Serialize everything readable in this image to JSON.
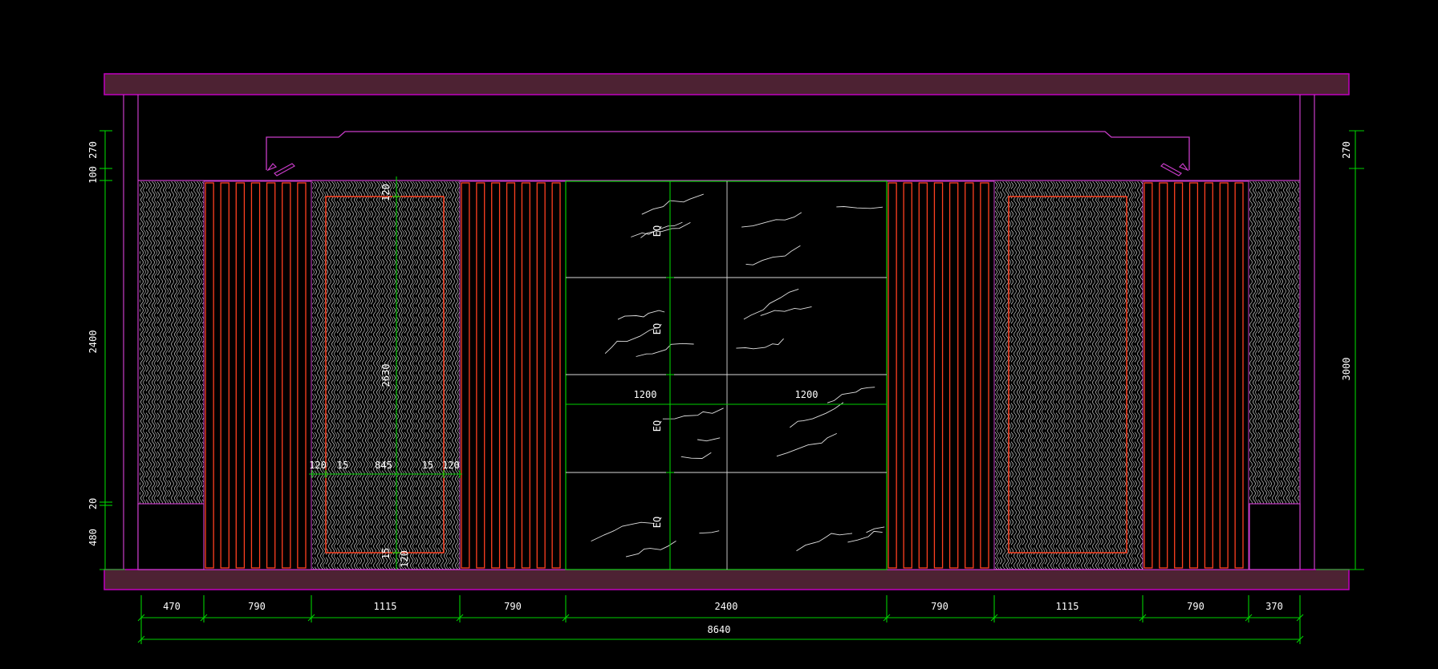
{
  "colors": {
    "background": "#000000",
    "slab_fill": "#4d2233",
    "slab_edge": "#c000c0",
    "wall_line": "#c83cc8",
    "dimension": "#00d000",
    "text": "#ffffff",
    "wood_slat": "#ff4020",
    "marble_line": "#e0e0e0",
    "texture_line": "#d8d8d8"
  },
  "bottom_dimensions": {
    "segments": [
      "470",
      "790",
      "1115",
      "790",
      "2400",
      "790",
      "1115",
      "790",
      "370"
    ],
    "total": "8640"
  },
  "left_dimensions": [
    "270",
    "100",
    "2400",
    "20",
    "480"
  ],
  "right_dimensions": [
    "270",
    "3000"
  ],
  "panel_dimensions": {
    "top_gap": "120",
    "height": "2630",
    "bottom_gap": "120",
    "bottom_small": "15",
    "width_parts": [
      "120",
      "15",
      "845",
      "15",
      "120"
    ]
  },
  "marble_dimensions": {
    "eq_labels": [
      "EQ",
      "EQ",
      "EQ",
      "EQ"
    ],
    "widths": [
      "1200",
      "1200"
    ]
  }
}
